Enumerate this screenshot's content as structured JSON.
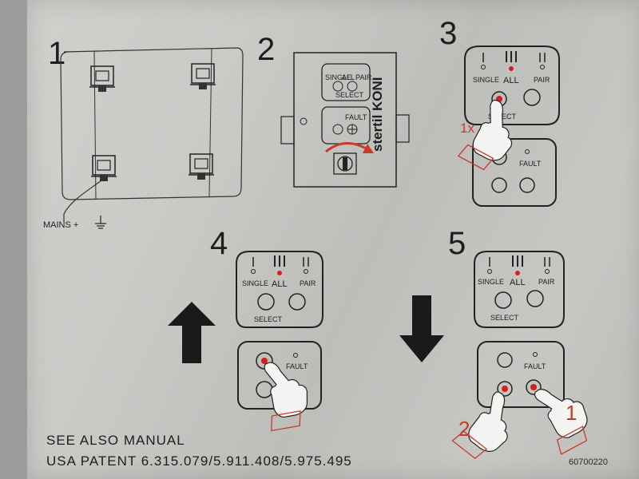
{
  "steps": [
    "1",
    "2",
    "3",
    "4",
    "5"
  ],
  "step1": {
    "mains_label": "MAINS +",
    "ground_icon": "ground-icon"
  },
  "step2": {
    "brand": "stertil KONI",
    "panel_small": [
      "SINGLE",
      "ALL",
      "PAIR"
    ],
    "select_small": "SELECT",
    "fault_small": "FAULT"
  },
  "modes": {
    "single": "SINGLE",
    "all": "ALL",
    "pair": "PAIR",
    "select": "SELECT"
  },
  "fault_label": "FAULT",
  "step3": {
    "press_count": "1x"
  },
  "step5": {
    "finger_second": "2",
    "finger_first": "1"
  },
  "footer": {
    "see_also": "SEE ALSO MANUAL",
    "patent": "USA PATENT 6.315.079/5.911.408/5.975.495",
    "code": "60700220"
  },
  "colors": {
    "ink": "#1e1e1e",
    "led_red": "#d22020",
    "plate": "#c8c8c5",
    "hand_red": "#c83a2a"
  }
}
